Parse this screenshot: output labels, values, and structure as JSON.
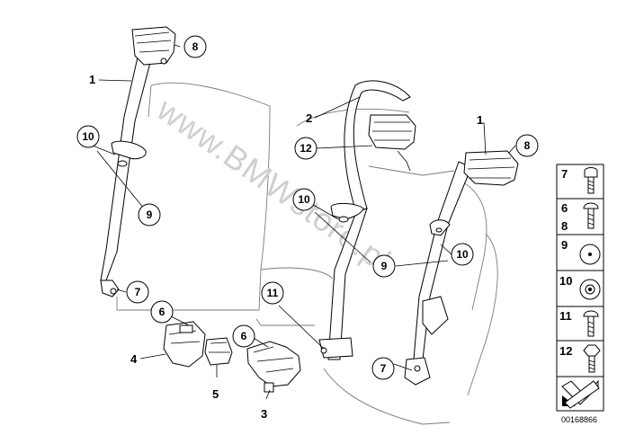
{
  "watermark": "www.BMWstore.pl",
  "diagram_id": "00168866",
  "callouts": {
    "c8_left": "8",
    "c10_left": "10",
    "c9_left": "9",
    "c7_left": "7",
    "c6_left": "6",
    "c11_mid": "11",
    "c6_mid": "6",
    "c12_mid": "12",
    "c10_mid": "10",
    "c9_right": "9",
    "c10_right": "10",
    "c8_right": "8",
    "c7_bottom": "7"
  },
  "labels": {
    "l1_left": "1",
    "l2_mid": "2",
    "l1_right": "1",
    "l4": "4",
    "l5": "5",
    "l3": "3"
  },
  "legend": [
    {
      "num": "7",
      "icon": "hex-socket-screw-icon"
    },
    {
      "num": "6",
      "icon": "round-head-bolt-icon"
    },
    {
      "num": "8",
      "icon": "round-head-bolt-icon"
    },
    {
      "num": "9",
      "icon": "cap-icon"
    },
    {
      "num": "10",
      "icon": "washer-icon"
    },
    {
      "num": "11",
      "icon": "round-head-bolt-icon"
    },
    {
      "num": "12",
      "icon": "hex-bolt-icon"
    },
    {
      "num": "",
      "icon": "direction-arrow-icon"
    }
  ]
}
